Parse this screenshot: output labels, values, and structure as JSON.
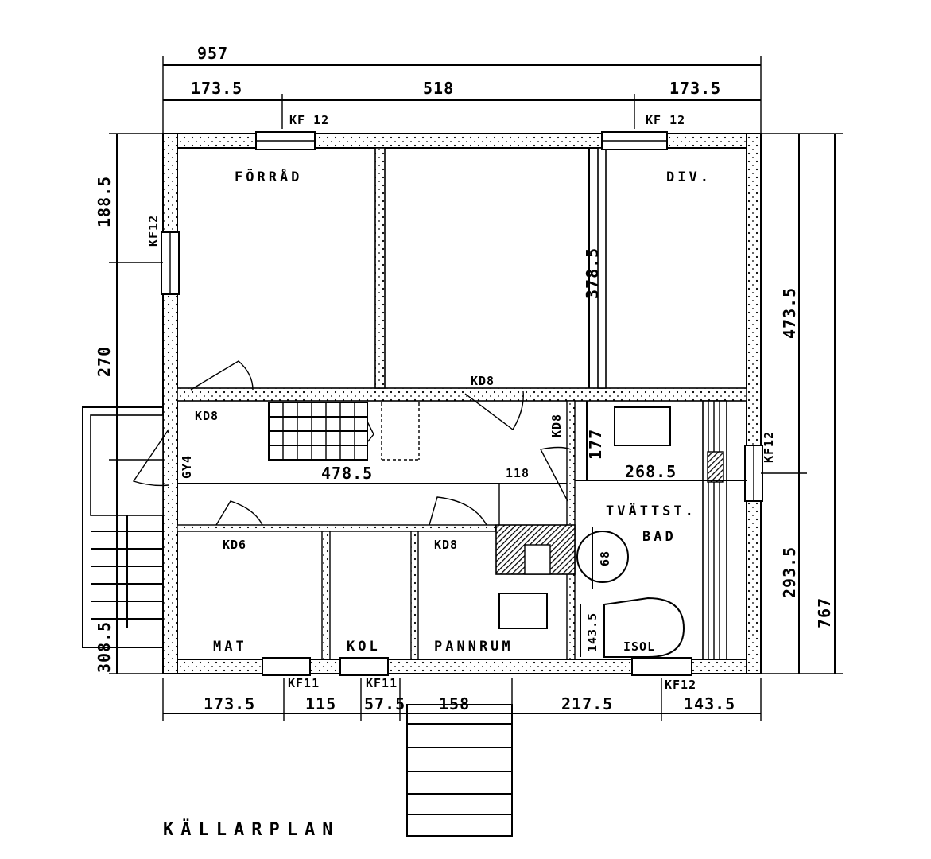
{
  "title": "KÄLLARPLAN",
  "rooms": {
    "forrad": "FÖRRÅD",
    "div": "DIV.",
    "tvattst": "TVÄTTST.",
    "bad": "BAD",
    "mat": "MAT",
    "kol": "KOL",
    "pannrum": "PANNRUM"
  },
  "doors": {
    "kd8_hall": "KD8",
    "kd8_top": "KD8",
    "kd8_vertical": "KD8",
    "kd6": "KD6",
    "kd8_pannrum": "KD8",
    "gy4": "GY4"
  },
  "windows": {
    "kf12_top_left": "KF 12",
    "kf12_top_right": "KF 12",
    "kf12_left": "KF12",
    "kf12_right": "KF12",
    "kf11_a": "KF11",
    "kf11_b": "KF11",
    "kf12_bottom": "KF12"
  },
  "other": {
    "isol": "ISOL"
  },
  "dimensions": {
    "total_width": "957",
    "top_left": "173.5",
    "top_mid": "518",
    "top_right": "173.5",
    "left_1": "188.5",
    "left_2": "270",
    "left_3": "308.5",
    "inner_vertical": "378.5",
    "right_1": "473.5",
    "right_2": "293.5",
    "right_total": "767",
    "hall_length": "478.5",
    "d_118": "118",
    "d_177": "177",
    "d_268": "268.5",
    "d_68": "68",
    "d_143v": "143.5",
    "bottom_1": "173.5",
    "bottom_2": "115",
    "bottom_3": "57.5",
    "bottom_4": "158",
    "bottom_5": "217.5",
    "bottom_6": "143.5"
  }
}
